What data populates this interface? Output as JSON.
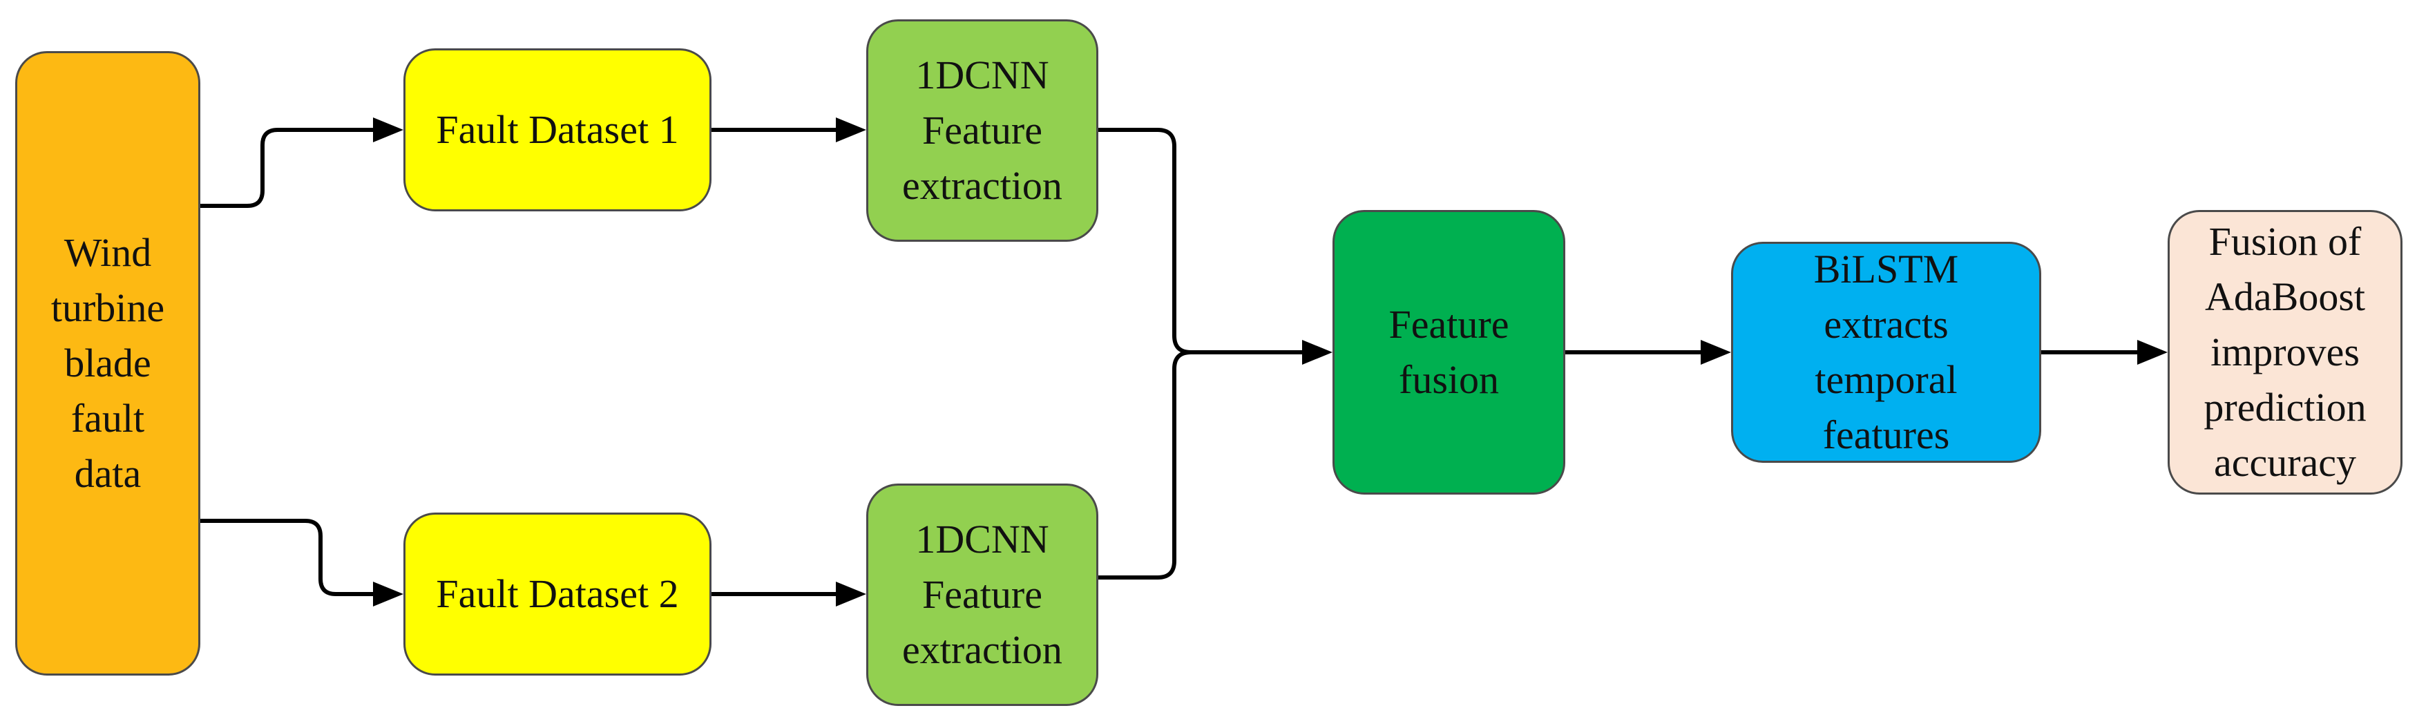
{
  "nodes": {
    "source": {
      "lines": [
        "Wind",
        "turbine",
        "blade",
        "fault",
        "data"
      ],
      "color": "#FDB913"
    },
    "dataset1": {
      "lines": [
        "Fault Dataset 1"
      ],
      "color": "#FFFF00"
    },
    "dataset2": {
      "lines": [
        "Fault Dataset 2"
      ],
      "color": "#FFFF00"
    },
    "cnn1": {
      "lines": [
        "1DCNN",
        "Feature",
        "extraction"
      ],
      "color": "#92D050"
    },
    "cnn2": {
      "lines": [
        "1DCNN",
        "Feature",
        "extraction"
      ],
      "color": "#92D050"
    },
    "fusion": {
      "lines": [
        "Feature",
        "fusion"
      ],
      "color": "#00B050"
    },
    "bilstm": {
      "lines": [
        "BiLSTM",
        "extracts",
        "temporal",
        "features"
      ],
      "color": "#00B0F0"
    },
    "adaboost": {
      "lines": [
        "Fusion of",
        "AdaBoost",
        "improves",
        "prediction",
        "accuracy"
      ],
      "color": "#FBE5D6"
    }
  }
}
